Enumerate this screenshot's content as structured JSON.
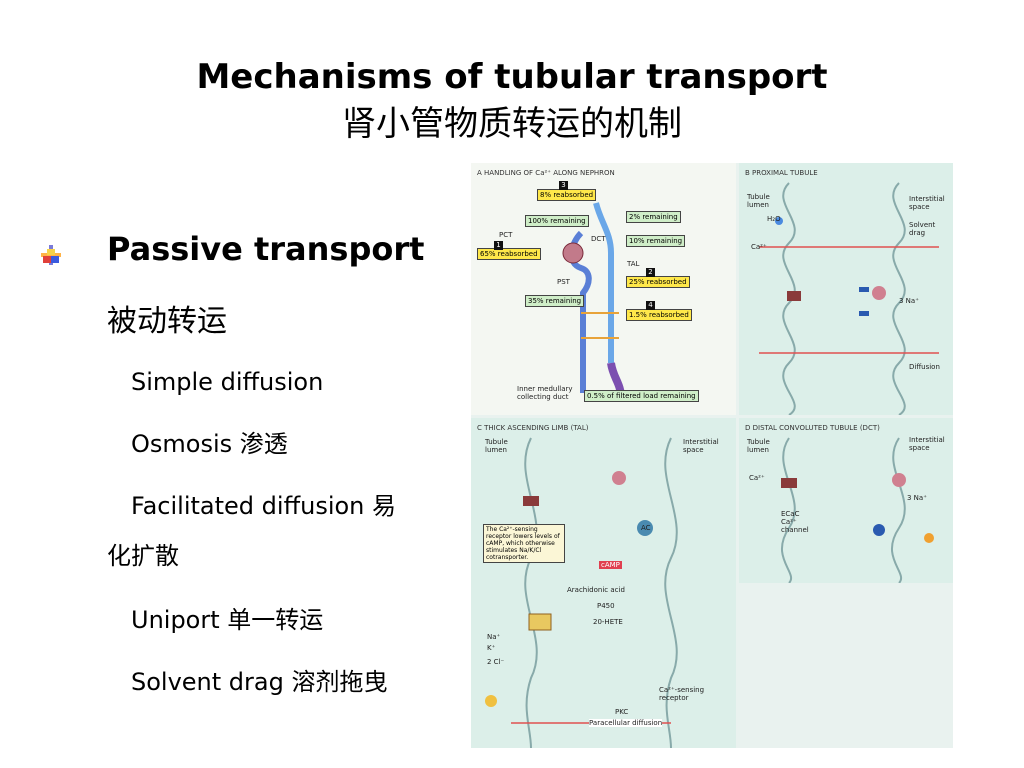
{
  "title": {
    "en": "Mechanisms of tubular transport",
    "zh": "肾小管物质转运的机制"
  },
  "heading": {
    "en": "Passive transport",
    "zh": "被动转运"
  },
  "items": [
    "Simple diffusion",
    "Osmosis 渗透",
    "Facilitated diffusion 易",
    "化扩散",
    "Uniport 单一转运",
    "Solvent drag  溶剂拖曳"
  ],
  "figure": {
    "panelA": {
      "title": "A  HANDLING OF Ca²⁺ ALONG NEPHRON",
      "labels": {
        "pct": "PCT",
        "dct": "DCT",
        "tal": "TAL",
        "pst": "PST",
        "imcd": "Inner medullary collecting duct",
        "filtered": "0.5% of filtered load remaining"
      },
      "boxes": {
        "b8": "8% reabsorbed",
        "b100": "100% remaining",
        "b2": "2% remaining",
        "b10": "10% remaining",
        "b65": "65% reabsorbed",
        "b25": "25% reabsorbed",
        "b35": "35% remaining",
        "b15": "1.5% reabsorbed"
      },
      "numbers": [
        "1",
        "2",
        "3",
        "4"
      ]
    },
    "panelB": {
      "title": "B  PROXIMAL TUBULE",
      "labels": {
        "lumen": "Tubule lumen",
        "interstitial": "Interstitial space",
        "solvent": "Solvent drag",
        "h2o": "H₂O",
        "ca": "Ca²⁺",
        "na": "3 Na⁺",
        "diffusion": "Diffusion"
      }
    },
    "panelC": {
      "title": "C  THICK ASCENDING LIMB (TAL)",
      "labels": {
        "lumen": "Tubule lumen",
        "interstitial": "Interstitial space",
        "sensing": "The Ca²⁺-sensing receptor lowers levels of cAMP, which otherwise stimulates Na/K/Cl cotransporter.",
        "camp": "cAMP",
        "ac": "AC",
        "arach": "Arachidonic acid",
        "p450": "P450",
        "hete": "20-HETE",
        "paracell": "Paracellular diffusion",
        "receptor": "Ca²⁺-sensing receptor",
        "na": "Na⁺",
        "k": "K⁺",
        "cl": "2 Cl⁻",
        "pkc": "PKC"
      }
    },
    "panelD": {
      "title": "D  DISTAL CONVOLUTED TUBULE (DCT)",
      "labels": {
        "lumen": "Tubule lumen",
        "interstitial": "Interstitial space",
        "ecac": "ECaC Ca²⁺ channel",
        "na": "3 Na⁺",
        "ca": "Ca²⁺"
      }
    }
  },
  "colors": {
    "ybox": "#ffe84a",
    "gbox": "#cfeec8",
    "panel_bg": "#dcefe9"
  }
}
